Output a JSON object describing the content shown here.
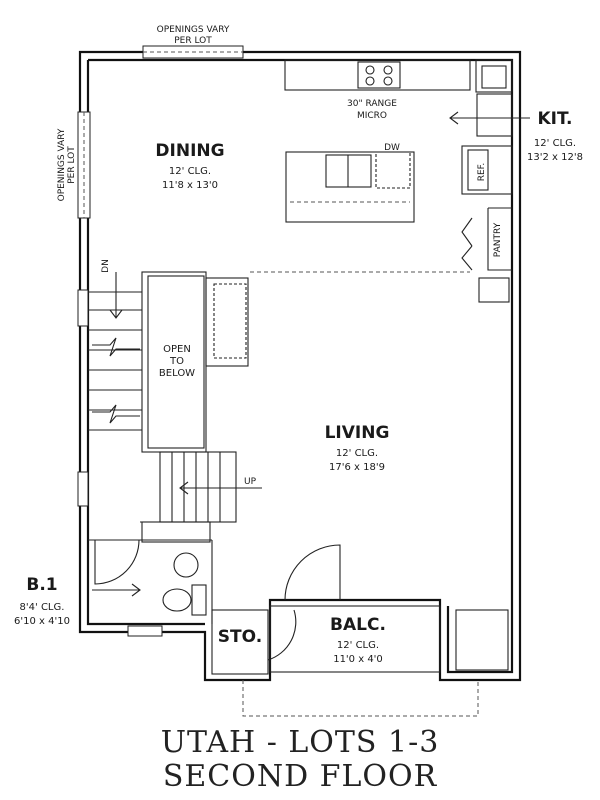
{
  "notes": {
    "openings_top_line1": "OPENINGS VARY",
    "openings_top_line2": "PER LOT",
    "openings_left_line1": "OPENINGS VARY",
    "openings_left_line2": "PER LOT"
  },
  "appliances": {
    "range_line1": "30\" RANGE",
    "range_line2": "MICRO",
    "dw": "DW",
    "ref": "REF.",
    "pantry": "PANTRY"
  },
  "stairs": {
    "down": "DN",
    "up": "UP",
    "open_line1": "OPEN",
    "open_line2": "TO",
    "open_line3": "BELOW"
  },
  "rooms": {
    "dining": {
      "name": "DINING",
      "ceiling": "12' CLG.",
      "size": "11'8 x 13'0"
    },
    "kitchen": {
      "name": "KIT.",
      "ceiling": "12' CLG.",
      "size": "13'2 x 12'8"
    },
    "living": {
      "name": "LIVING",
      "ceiling": "12' CLG.",
      "size": "17'6 x 18'9"
    },
    "bath": {
      "name": "B.1",
      "ceiling": "8'4' CLG.",
      "size": "6'10 x 4'10"
    },
    "storage": {
      "name": "STO."
    },
    "balcony": {
      "name": "BALC.",
      "ceiling": "12' CLG.",
      "size": "11'0 x 4'0"
    }
  },
  "title": {
    "line1": "UTAH - LOTS 1-3",
    "line2": "SECOND FLOOR"
  }
}
